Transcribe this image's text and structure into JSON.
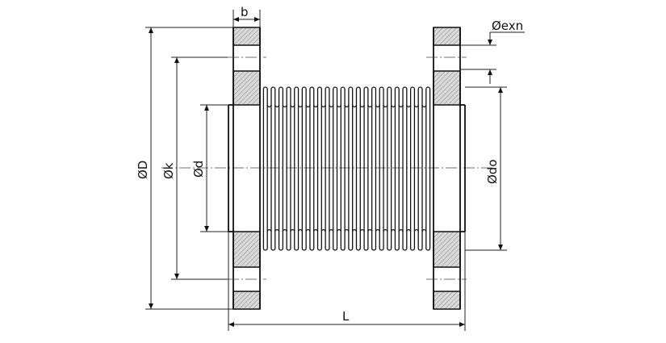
{
  "labels": {
    "b": "b",
    "exn": "Øexn",
    "D": "ØD",
    "k": "Øk",
    "d": "Ød",
    "do": "Ødo",
    "L": "L"
  },
  "colors": {
    "line": "#111111",
    "hatch_fill": "#d9d9d9"
  }
}
